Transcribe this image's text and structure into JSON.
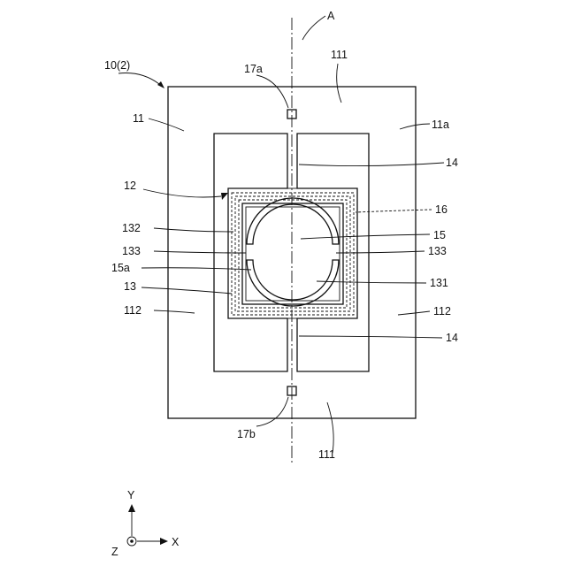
{
  "labels": {
    "A": "A",
    "device": "10(2)",
    "l11": "11",
    "l11a": "11a",
    "l111_top": "111",
    "l111_bottom": "111",
    "l17a": "17a",
    "l17b": "17b",
    "l14_top": "14",
    "l14_bottom": "14",
    "l12": "12",
    "l16": "16",
    "l132": "132",
    "l15": "15",
    "l133_left": "133",
    "l133_right": "133",
    "l15a": "15a",
    "l131": "131",
    "l13": "13",
    "l112_left": "112",
    "l112_right": "112"
  },
  "axes": {
    "y": "Y",
    "x": "X",
    "z": "Z"
  }
}
